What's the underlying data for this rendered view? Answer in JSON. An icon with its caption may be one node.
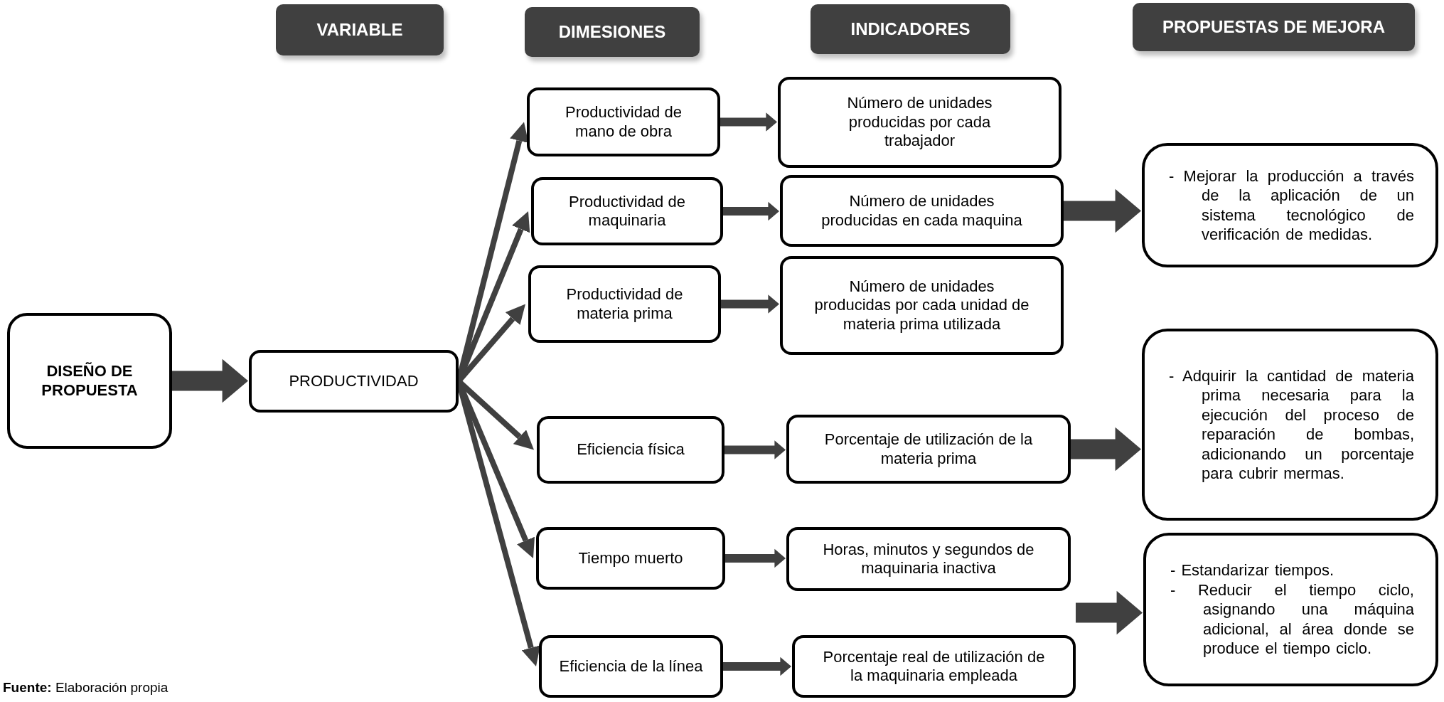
{
  "diagram": {
    "caption": "**Fuente:** Elaboración propia",
    "nodes": [
      {
        "text": [
          "VARIABLE"
        ]
      },
      {
        "text": [
          "DIMESIONES"
        ]
      },
      {
        "text": [
          "INDICADORES"
        ]
      },
      {
        "text": [
          "PROPUESTAS DE MEJORA"
        ]
      },
      {
        "text": [
          "DISEÑO DE PROPUESTA"
        ]
      },
      {
        "text": [
          "PRODUCTIVIDAD"
        ]
      },
      {
        "text": [
          "Productividad de mano de obra"
        ]
      },
      {
        "text": [
          "Productividad de maquinaria"
        ]
      },
      {
        "text": [
          "Productividad de materia prima"
        ]
      },
      {
        "text": [
          "Eficiencia física"
        ]
      },
      {
        "text": [
          "Tiempo muerto"
        ]
      },
      {
        "text": [
          "Eficiencia de la línea"
        ]
      },
      {
        "text": [
          "Número de unidades producidas por cada trabajador"
        ]
      },
      {
        "text": [
          "Número de unidades producidas en cada maquina"
        ]
      },
      {
        "text": [
          "Número de unidades producidas por cada unidad de materia prima utilizada"
        ]
      },
      {
        "text": [
          "Porcentaje de utilización de la materia prima"
        ]
      },
      {
        "text": [
          "Horas, minutos y segundos de maquinaria inactiva"
        ]
      },
      {
        "text": [
          "Porcentaje real de utilización de la maquinaria empleada"
        ]
      },
      {
        "text": [
          "- Mejorar la producción a través de la aplicación de un sistema tecnológico de verificación de medidas."
        ]
      },
      {
        "text": [
          "- Adquirir la cantidad de materia prima necesaria para la ejecución del proceso de reparación de bombas, adicionando un porcentaje para cubrir mermas."
        ]
      },
      {
        "text": [
          "- Estandarizar tiempos.",
          "- Reducir el tiempo ciclo, asignando una máquina adicional, al área donde se produce el tiempo ciclo."
        ]
      }
    ],
    "edges": [
      {
        "from": 4,
        "to": 5,
        "arrow": "to",
        "style": "thick"
      },
      {
        "from": 5,
        "to": 6,
        "arrow": "to"
      },
      {
        "from": 5,
        "to": 7,
        "arrow": "to"
      },
      {
        "from": 5,
        "to": 8,
        "arrow": "to"
      },
      {
        "from": 5,
        "to": 9,
        "arrow": "to"
      },
      {
        "from": 5,
        "to": 10,
        "arrow": "to"
      },
      {
        "from": 5,
        "to": 11,
        "arrow": "to"
      },
      {
        "from": 6,
        "to": 12,
        "arrow": "to"
      },
      {
        "from": 7,
        "to": 13,
        "arrow": "to"
      },
      {
        "from": 8,
        "to": 14,
        "arrow": "to"
      },
      {
        "from": 9,
        "to": 15,
        "arrow": "to"
      },
      {
        "from": 10,
        "to": 16,
        "arrow": "to"
      },
      {
        "from": 11,
        "to": 17,
        "arrow": "to"
      },
      {
        "from": 13,
        "to": 18,
        "arrow": "to",
        "style": "thick"
      },
      {
        "from": 15,
        "to": 19,
        "arrow": "to",
        "style": "thick"
      },
      {
        "from": 16,
        "to": 20,
        "arrow": "to",
        "style": "thick"
      },
      {
        "from": 17,
        "to": 20,
        "arrow": "to",
        "style": "thick"
      }
    ]
  }
}
